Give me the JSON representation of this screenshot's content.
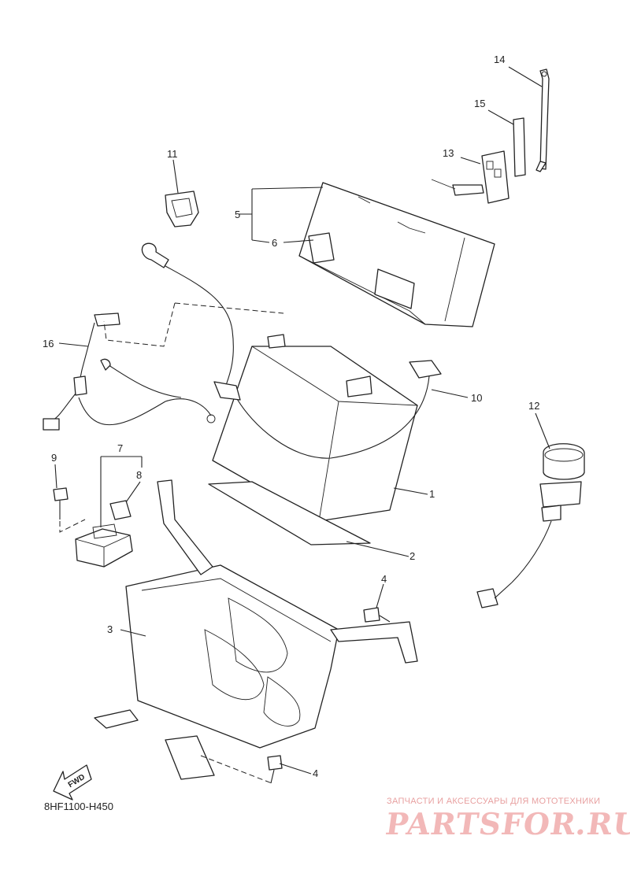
{
  "diagram": {
    "code": "8HF1100-H450",
    "fwd_label": "FWD",
    "callouts": [
      "1",
      "2",
      "3",
      "4",
      "4",
      "5",
      "6",
      "7",
      "8",
      "9",
      "10",
      "11",
      "12",
      "13",
      "14",
      "15",
      "16"
    ]
  },
  "watermark": {
    "line1": "ЗАПЧАСТИ И АКСЕССУАРЫ ДЛЯ МОТОТЕХНИКИ",
    "logo": "PARTSFOR.RU"
  }
}
